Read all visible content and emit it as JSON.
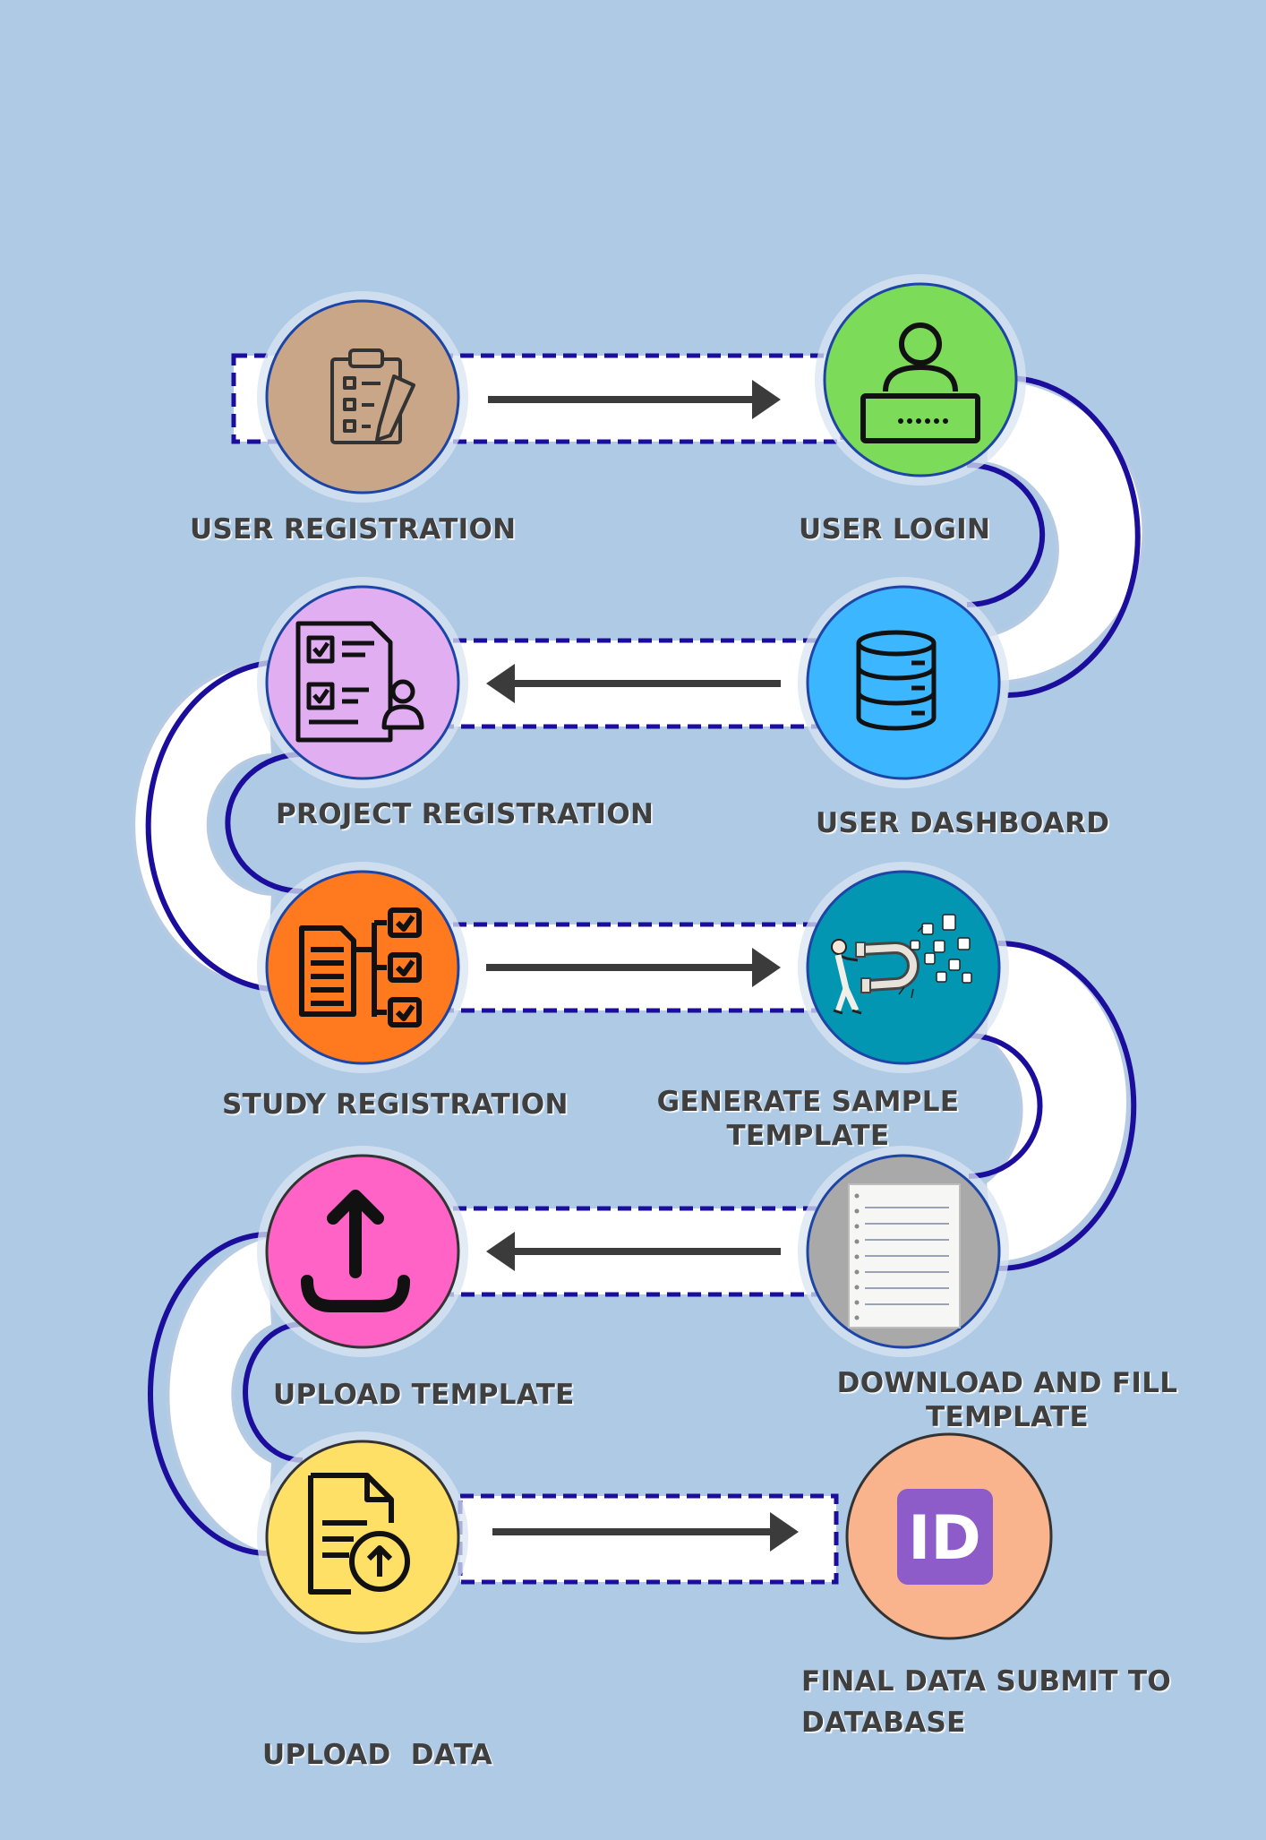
{
  "colors": {
    "background": "#afcae5",
    "connector_border": "#1c0e9c",
    "arrow": "#3b3b3b",
    "label": "#3f3f3f"
  },
  "steps": [
    {
      "id": "user-registration",
      "line1": "USER REGISTRATION",
      "line2": "",
      "icon": "clipboard-checklist-icon",
      "color": "#c9a688"
    },
    {
      "id": "user-login",
      "line1": "USER LOGIN",
      "line2": "",
      "icon": "user-login-icon",
      "color": "#7ddb5a"
    },
    {
      "id": "user-dashboard",
      "line1": "USER DASHBOARD",
      "line2": "",
      "icon": "database-icon",
      "color": "#3bb6ff"
    },
    {
      "id": "project-registration",
      "line1": "PROJECT REGISTRATION",
      "line2": "",
      "icon": "project-document-user-icon",
      "color": "#e2aef2"
    },
    {
      "id": "study-registration",
      "line1": "STUDY REGISTRATION",
      "line2": "",
      "icon": "study-checklist-icon",
      "color": "#ff7a1f"
    },
    {
      "id": "generate-sample-template",
      "line1": "GENERATE  SAMPLE",
      "line2": "TEMPLATE",
      "icon": "magnet-person-illustration-icon",
      "color": "#0396b2"
    },
    {
      "id": "download-and-fill-template",
      "line1": "DOWNLOAD AND FILL",
      "line2": "TEMPLATE",
      "icon": "notepad-icon",
      "color": "#a9a9a9"
    },
    {
      "id": "upload-template",
      "line1": "UPLOAD TEMPLATE",
      "line2": "",
      "icon": "upload-arrow-icon",
      "color": "#ff63c6"
    },
    {
      "id": "upload-data",
      "line1": "UPLOAD  DATA",
      "line2": "",
      "icon": "document-upload-icon",
      "color": "#ffe066"
    },
    {
      "id": "final-data-submit",
      "line1": "FINAL DATA SUBMIT TO",
      "line2": "DATABASE",
      "icon": "id-badge-icon",
      "color": "#f9b48e"
    }
  ]
}
